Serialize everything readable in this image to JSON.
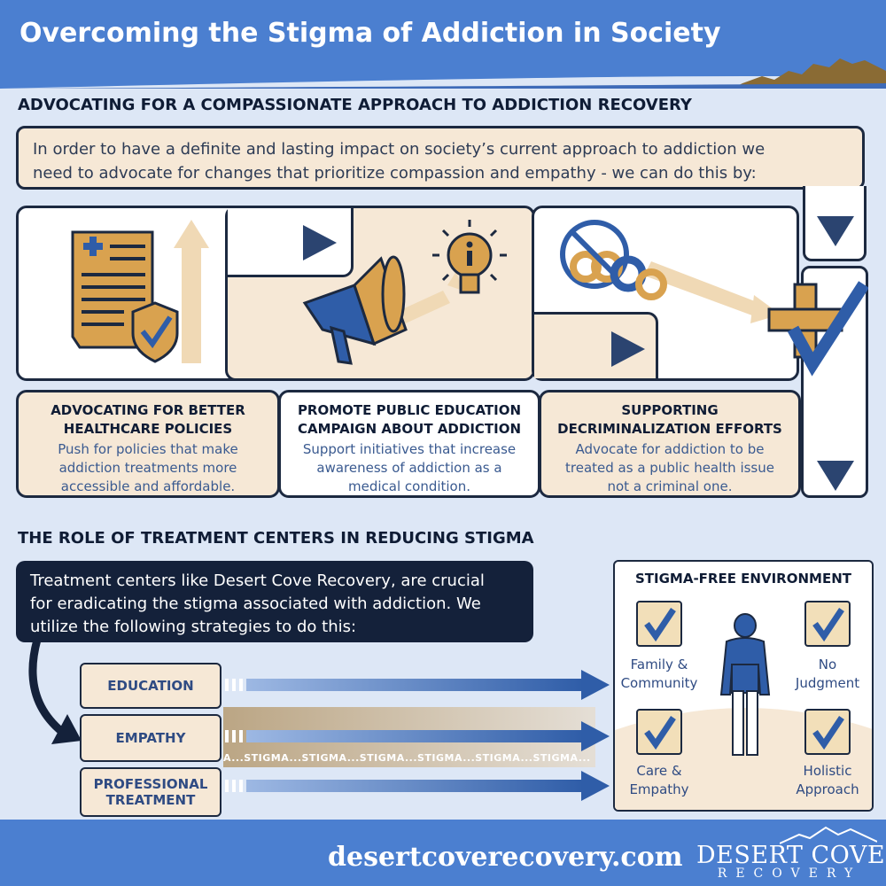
{
  "header": {
    "title": "Overcoming the Stigma of Addiction in Society"
  },
  "advocacy": {
    "heading": "ADVOCATING FOR A COMPASSIONATE APPROACH TO ADDICTION RECOVERY",
    "intro_line1": "In order to have a definite and lasting impact on society’s current approach to addiction we",
    "intro_line2": "need to advocate for changes that prioritize compassion and empathy - we can do this by:",
    "steps": [
      {
        "title_line1": "ADVOCATING FOR BETTER",
        "title_line2": "HEALTHCARE POLICIES",
        "desc_line1": "Push for policies that make",
        "desc_line2": "addiction treatments more",
        "desc_line3": "accessible and affordable.",
        "icon": "healthcare-policy-document-shield-icon"
      },
      {
        "title_line1": "PROMOTE PUBLIC EDUCATION",
        "title_line2": "CAMPAIGN ABOUT ADDICTION",
        "desc_line1": "Support initiatives that increase",
        "desc_line2": "awareness of addiction as a",
        "desc_line3": "medical condition.",
        "icon": "megaphone-info-lightbulb-icon"
      },
      {
        "title_line1": "SUPPORTING",
        "title_line2": "DECRIMINALIZATION EFFORTS",
        "desc_line1": "Advocate for addiction to be",
        "desc_line2": "treated as a public health issue",
        "desc_line3": "not a criminal one.",
        "icon": "no-handcuffs-to-health-cross-icon"
      }
    ]
  },
  "treatment": {
    "heading": "THE ROLE OF TREATMENT CENTERS IN REDUCING STIGMA",
    "intro_line1": "Treatment centers like Desert Cove Recovery, are crucial",
    "intro_line2": "for eradicating the stigma associated with addiction. We",
    "intro_line3": "utilize the following strategies to do this:",
    "strategies": [
      {
        "line1": "EDUCATION",
        "line2": ""
      },
      {
        "line1": "EMPATHY",
        "line2": ""
      },
      {
        "line1": "PROFESSIONAL",
        "line2": "TREATMENT"
      }
    ],
    "stigma_banner": "A...STIGMA...STIGMA...STIGMA...STIGMA...STIGMA...STIGMA..."
  },
  "environment": {
    "title": "STIGMA-FREE ENVIRONMENT",
    "items": [
      {
        "line1": "Family &",
        "line2": "Community"
      },
      {
        "line1": "No",
        "line2": "Judgment"
      },
      {
        "line1": "Care &",
        "line2": "Empathy"
      },
      {
        "line1": "Holistic",
        "line2": "Approach"
      }
    ]
  },
  "footer": {
    "url": "desertcoverecovery.com",
    "brand_name": "DESERT COVE",
    "brand_sub": "RECOVERY"
  },
  "colors": {
    "header_blue": "#4b7fd0",
    "background": "#dde7f6",
    "navy": "#1c2940",
    "tan": "#f6e8d6",
    "gold": "#d9a24f",
    "accent_blue": "#2f5da8"
  }
}
